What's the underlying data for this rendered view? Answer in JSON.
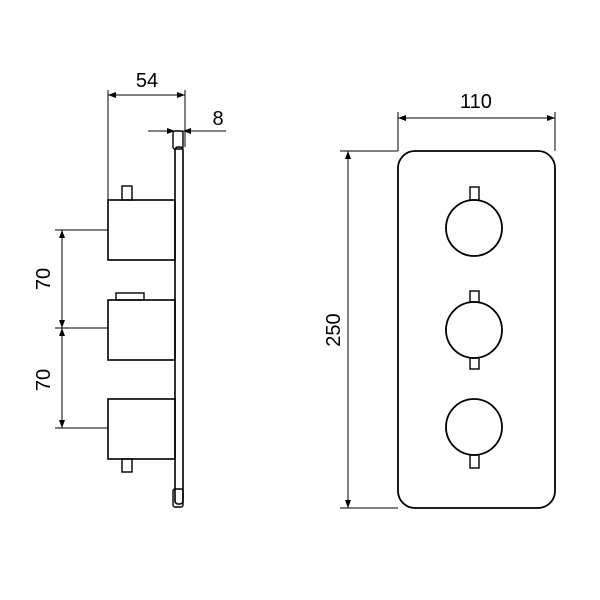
{
  "dimensions": {
    "side_depth": "54",
    "plate_thickness": "8",
    "spacing_upper": "70",
    "spacing_lower": "70",
    "front_width": "110",
    "front_height": "250"
  },
  "views": {
    "side": {
      "controls": 3
    },
    "front": {
      "knobs": 3
    }
  },
  "colors": {
    "line": "#000000",
    "background": "#ffffff"
  }
}
